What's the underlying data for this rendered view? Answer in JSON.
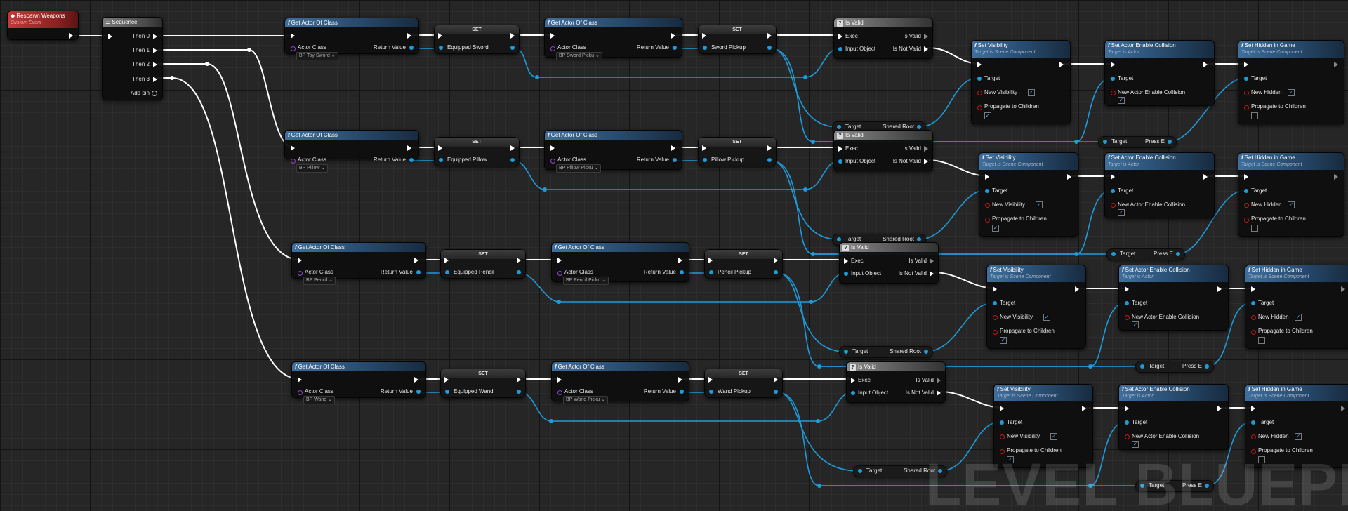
{
  "graph": {
    "watermark": "LEVEL BLUEPRINT",
    "colors": {
      "object_pin": "#1e9bdb",
      "exec_wire": "#ffffff",
      "event_header": "#c13a3a",
      "function_header": "#3f6f9e"
    }
  },
  "event": {
    "title": "Respawn Weapons",
    "subtitle": "Custom Event"
  },
  "sequence": {
    "title": "Sequence",
    "pins": [
      "Then 0",
      "Then 1",
      "Then 2",
      "Then 3"
    ],
    "add_pin": "Add pin"
  },
  "common": {
    "get_actor_title": "Get Actor Of Class",
    "actor_class": "Actor Class",
    "return_value": "Return Value",
    "set": "SET",
    "is_valid_title": "Is Valid",
    "exec": "Exec",
    "is_valid": "Is Valid",
    "input_object": "Input Object",
    "is_not_valid": "Is Not Valid",
    "set_visibility": "Set Visibility",
    "target_scene": "Target is Scene Component",
    "set_collision": "Set Actor Enable Collision",
    "target_actor": "Target is Actor",
    "set_hidden": "Set Hidden in Game",
    "target": "Target",
    "new_visibility": "New Visibility",
    "propagate": "Propagate to Children",
    "new_collision": "New Actor Enable Collision",
    "new_hidden": "New Hidden",
    "shared_root": "Shared Root",
    "press_e": "Press E"
  },
  "rows": [
    {
      "class1": "BP Toy Sword",
      "var1": "Equipped Sword",
      "class2": "BP Sword Picku",
      "var2": "Sword Pickup"
    },
    {
      "class1": "BP Pillow",
      "var1": "Equipped Pillow",
      "class2": "BP Pillow Picku",
      "var2": "Pillow Pickup"
    },
    {
      "class1": "BP Pencil",
      "var1": "Equipped Pencil",
      "class2": "BP Pencil Picku",
      "var2": "Pencil Pickup"
    },
    {
      "class1": "BP Wand",
      "var1": "Equipped Wand",
      "class2": "BP Wand Picku",
      "var2": "Wand Pickup"
    }
  ]
}
